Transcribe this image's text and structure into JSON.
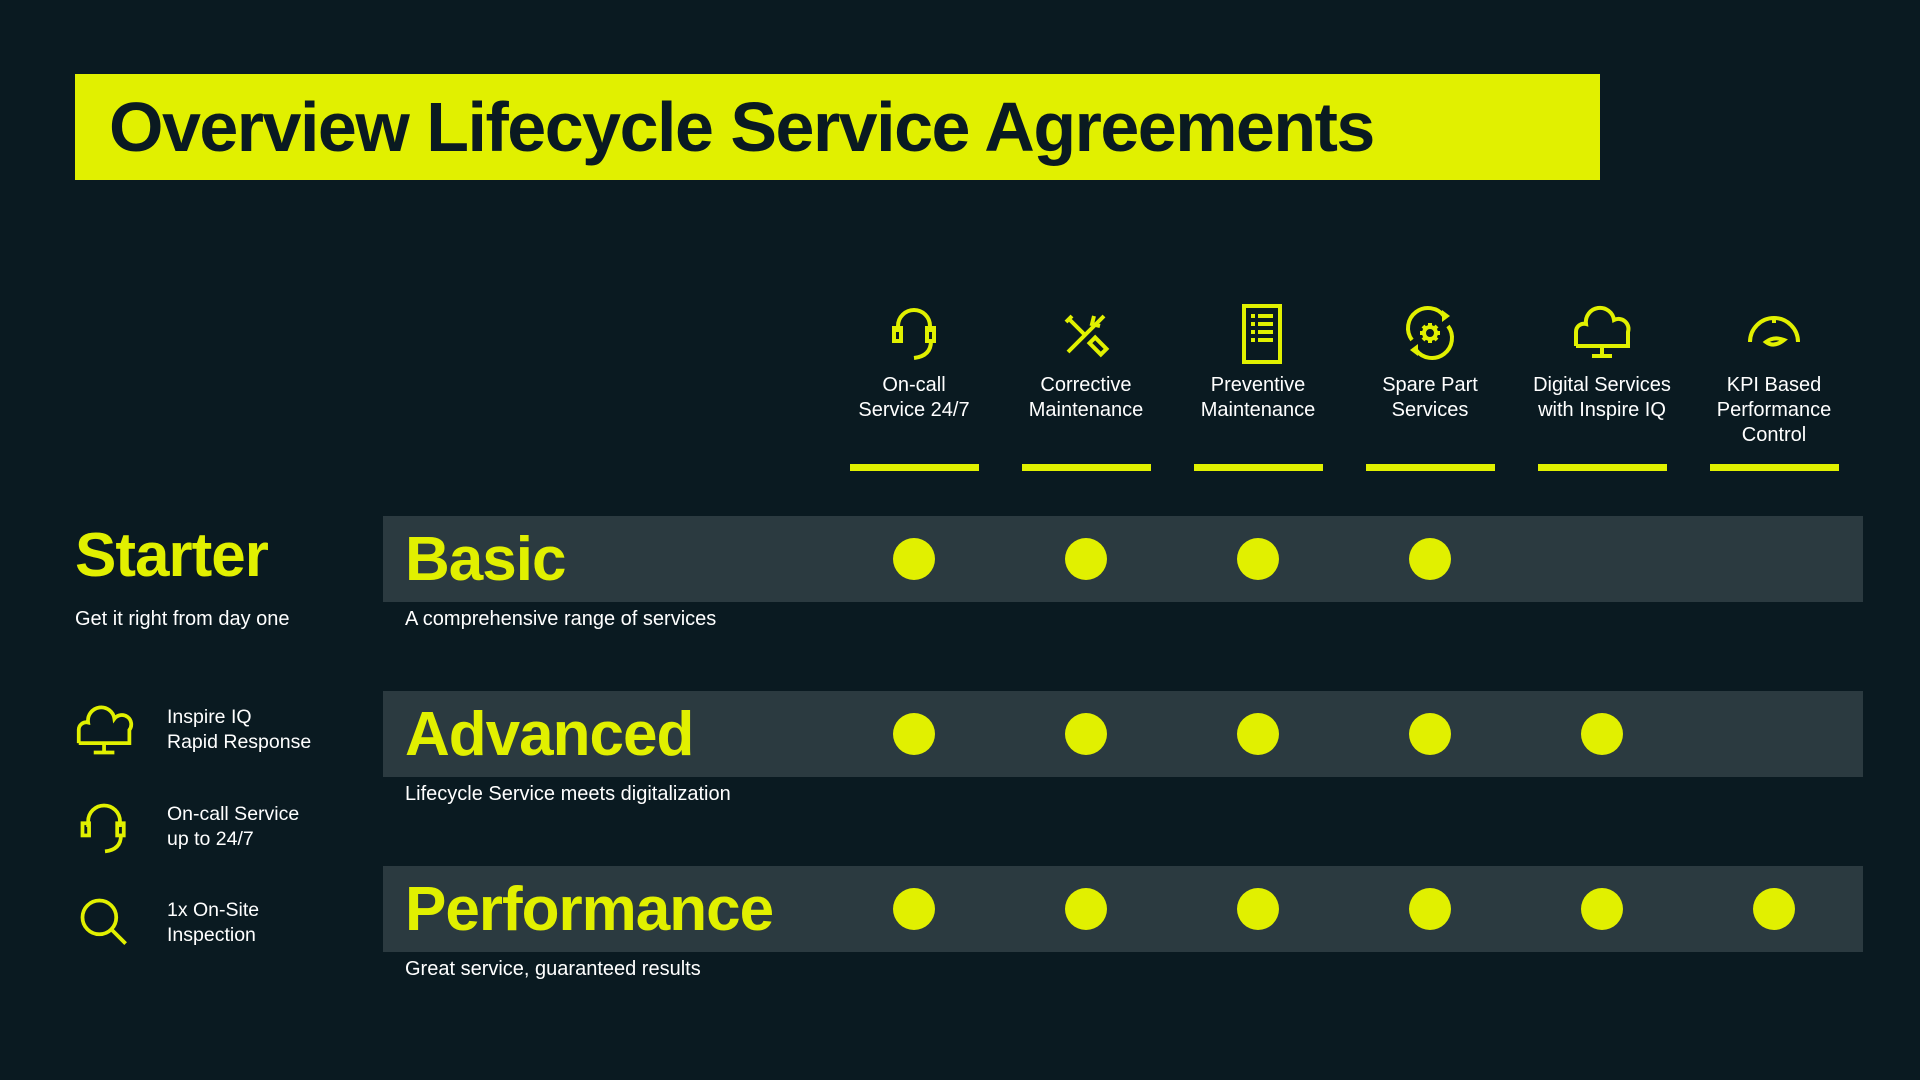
{
  "title": "Overview Lifecycle Service Agreements",
  "colors": {
    "background": "#0a1a21",
    "accent": "#e1f000",
    "row_background": "#2b3a40",
    "text": "#ffffff"
  },
  "columns": [
    {
      "label": "On-call\nService 24/7",
      "icon": "headset-icon"
    },
    {
      "label": "Corrective\nMaintenance",
      "icon": "tools-icon"
    },
    {
      "label": "Preventive\nMaintenance",
      "icon": "checklist-icon"
    },
    {
      "label": "Spare Part\nServices",
      "icon": "gear-refresh-icon"
    },
    {
      "label": "Digital Services\nwith Inspire IQ",
      "icon": "cloud-monitor-icon"
    },
    {
      "label": "KPI Based\nPerformance\nControl",
      "icon": "gauge-icon"
    }
  ],
  "starter": {
    "title": "Starter",
    "subtitle": "Get it right from day one",
    "features": [
      {
        "label": "Inspire IQ\nRapid Response",
        "icon": "cloud-monitor-icon"
      },
      {
        "label": "On-call Service\nup to 24/7",
        "icon": "headset-icon"
      },
      {
        "label": "1x On-Site\nInspection",
        "icon": "search-icon"
      }
    ]
  },
  "tiers": [
    {
      "name": "Basic",
      "description": "A comprehensive range of services",
      "included": [
        true,
        true,
        true,
        true,
        false,
        false
      ]
    },
    {
      "name": "Advanced",
      "description": "Lifecycle Service meets digitalization",
      "included": [
        true,
        true,
        true,
        true,
        true,
        false
      ]
    },
    {
      "name": "Performance",
      "description": "Great service, guaranteed results",
      "included": [
        true,
        true,
        true,
        true,
        true,
        true
      ]
    }
  ]
}
